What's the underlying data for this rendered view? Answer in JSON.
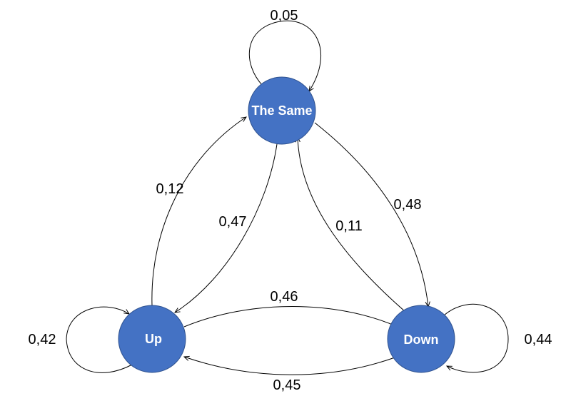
{
  "colors": {
    "node_fill": "#4472c4",
    "node_stroke": "#2f528f",
    "edge": "#000000",
    "label_text": "#000000",
    "node_text": "#ffffff"
  },
  "nodes": {
    "same": {
      "label": "The Same"
    },
    "up": {
      "label": "Up"
    },
    "down": {
      "label": "Down"
    }
  },
  "transitions": [
    {
      "from": "The Same",
      "to": "The Same",
      "probability": "0,05"
    },
    {
      "from": "Up",
      "to": "The Same",
      "probability": "0,12"
    },
    {
      "from": "The Same",
      "to": "Up",
      "probability": "0,47"
    },
    {
      "from": "Down",
      "to": "The Same",
      "probability": "0,11"
    },
    {
      "from": "The Same",
      "to": "Down",
      "probability": "0,48"
    },
    {
      "from": "Up",
      "to": "Down",
      "probability": "0,46"
    },
    {
      "from": "Down",
      "to": "Up",
      "probability": "0,45"
    },
    {
      "from": "Up",
      "to": "Up",
      "probability": "0,42"
    },
    {
      "from": "Down",
      "to": "Down",
      "probability": "0,44"
    }
  ]
}
